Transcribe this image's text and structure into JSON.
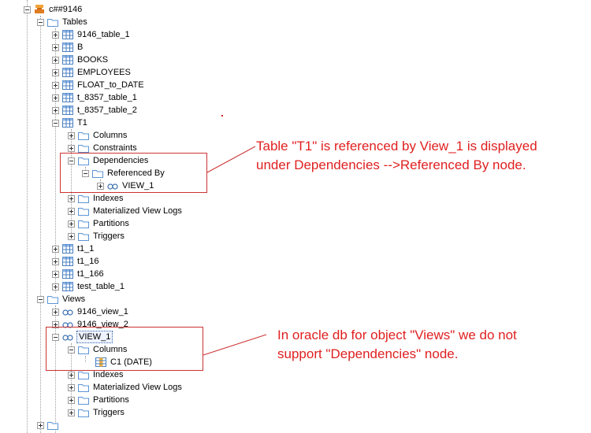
{
  "tree": {
    "schema": "c##9146",
    "tables_folder": "Tables",
    "tables": [
      "9146_table_1",
      "B",
      "BOOKS",
      "EMPLOYEES",
      "FLOAT_to_DATE",
      "t_8357_table_1",
      "t_8357_table_2"
    ],
    "t1": {
      "name": "T1",
      "columns": "Columns",
      "constraints": "Constraints",
      "dependencies": "Dependencies",
      "referenced_by": "Referenced By",
      "view_ref": "VIEW_1",
      "indexes": "Indexes",
      "mview_logs": "Materialized View Logs",
      "partitions": "Partitions",
      "triggers": "Triggers"
    },
    "more_tables": [
      "t1_1",
      "t1_16",
      "t1_166",
      "test_table_1"
    ],
    "views_folder": "Views",
    "views": [
      "9146_view_1",
      "9146_view_2"
    ],
    "view1": {
      "name": "VIEW_1",
      "columns": "Columns",
      "column_c1": "C1 (DATE)",
      "indexes": "Indexes",
      "mview_logs": "Materialized View Logs",
      "partitions": "Partitions",
      "triggers": "Triggers"
    }
  },
  "annotations": {
    "note1": [
      "Table \"T1\" is referenced by View_1 is displayed",
      "under Dependencies -->Referenced By node."
    ],
    "note2": [
      "In oracle db for object \"Views\" we do not",
      "support \"Dependencies\"  node."
    ]
  },
  "colors": {
    "annotation": "#e02020",
    "folder": "#5b95d6",
    "table_grid": "#4a7fc0"
  },
  "icons": {
    "schema": "schema-icon",
    "folder": "folder-icon",
    "table": "table-icon",
    "view": "view-icon",
    "column": "column-icon",
    "expand": "expand-toggle-icon",
    "collapse": "collapse-toggle-icon"
  }
}
